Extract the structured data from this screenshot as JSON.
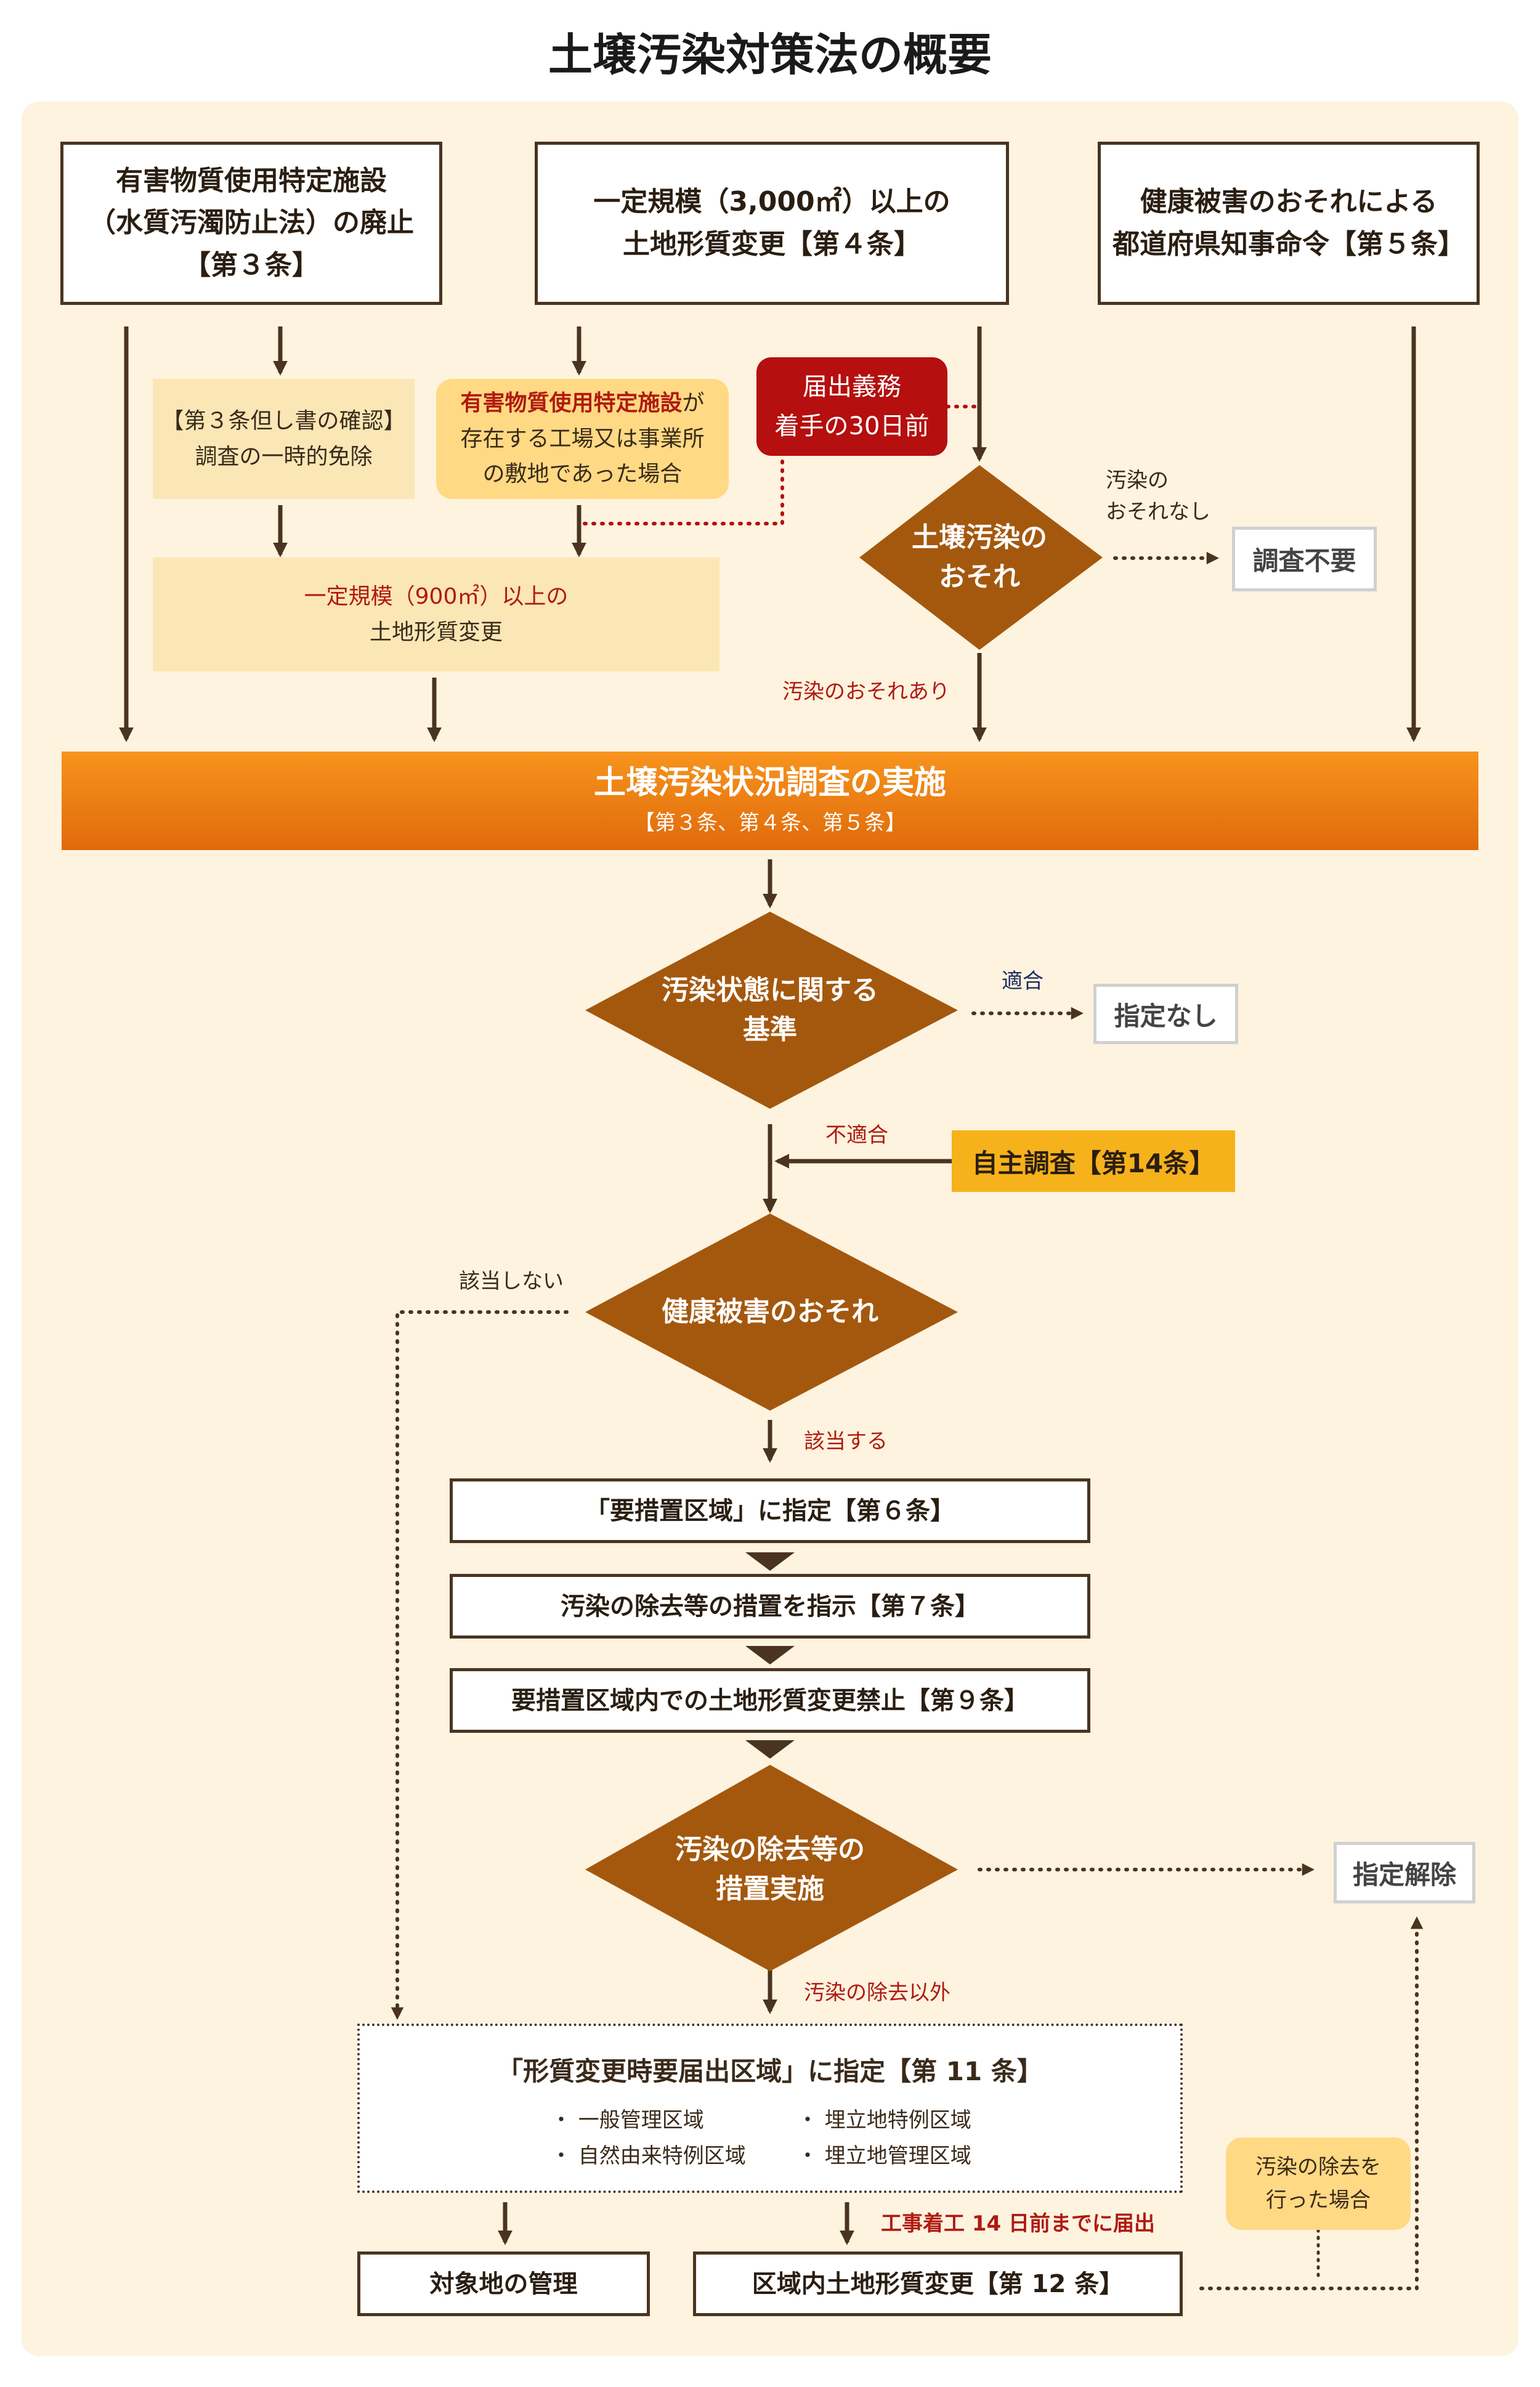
{
  "title": "土壌汚染対策法の概要",
  "top_boxes": {
    "art3": [
      "有害物質使用特定施設",
      "（水質汚濁防止法）の廃止",
      "【第３条】"
    ],
    "art4": [
      "一定規模（3,000㎡）以上の",
      "土地形質変更【第４条】"
    ],
    "art5": [
      "健康被害のおそれによる",
      "都道府県知事命令【第５条】"
    ]
  },
  "art3_proviso": [
    "【第３条但し書の確認】",
    "調査の一時的免除"
  ],
  "facility_site": {
    "highlight": "有害物質使用特定施設",
    "rest1": "が",
    "line2": "存在する工場又は事業所",
    "line3": "の敷地であった場合"
  },
  "notice_duty": [
    "届出義務",
    "着手の30日前"
  ],
  "risk_diamond": [
    "土壌汚染の",
    "おそれ"
  ],
  "no_risk_label": [
    "汚染の",
    "おそれなし"
  ],
  "no_survey": "調査不要",
  "risk_yes_label": "汚染のおそれあり",
  "small_change": [
    "一定規模（900㎡）以上の",
    "土地形質変更"
  ],
  "survey_bar": {
    "title": "土壌汚染状況調査の実施",
    "sub": "【第３条、第４条、第５条】"
  },
  "standard_diamond": [
    "汚染状態に関する",
    "基準"
  ],
  "conform_label": "適合",
  "not_designated": "指定なし",
  "nonconform_label": "不適合",
  "voluntary": "自主調査【第14条】",
  "health_diamond": "健康被害のおそれ",
  "not_applicable": "該当しない",
  "applicable": "該当する",
  "steps": [
    "「要措置区域」に指定【第６条】",
    "汚染の除去等の措置を指示【第７条】",
    "要措置区域内での土地形質変更禁止【第９条】"
  ],
  "measure_diamond": [
    "汚染の除去等の",
    "措置実施"
  ],
  "lift": "指定解除",
  "other_than_removal": "汚染の除去以外",
  "notify_area": {
    "title": "「形質変更時要届出区域」に指定【第 11 条】",
    "items_left": [
      "・ 一般管理区域",
      "・ 自然由来特例区域"
    ],
    "items_right": [
      "・ 埋立地特例区域",
      "・ 埋立地管理区域"
    ]
  },
  "removed_case": [
    "汚染の除去を",
    "行った場合"
  ],
  "notice_14": "工事着工 14 日前までに届出",
  "manage": "対象地の管理",
  "change12": "区域内土地形質変更【第 12 条】",
  "colors": {
    "arrow": "#4a3420",
    "diamond": "#a4580e",
    "notice": "#b50f0f",
    "bar_top": "#f7941d",
    "bar_bottom": "#e06a0b",
    "voluntary": "#f6b21a",
    "cream": "#fbe6b6"
  }
}
